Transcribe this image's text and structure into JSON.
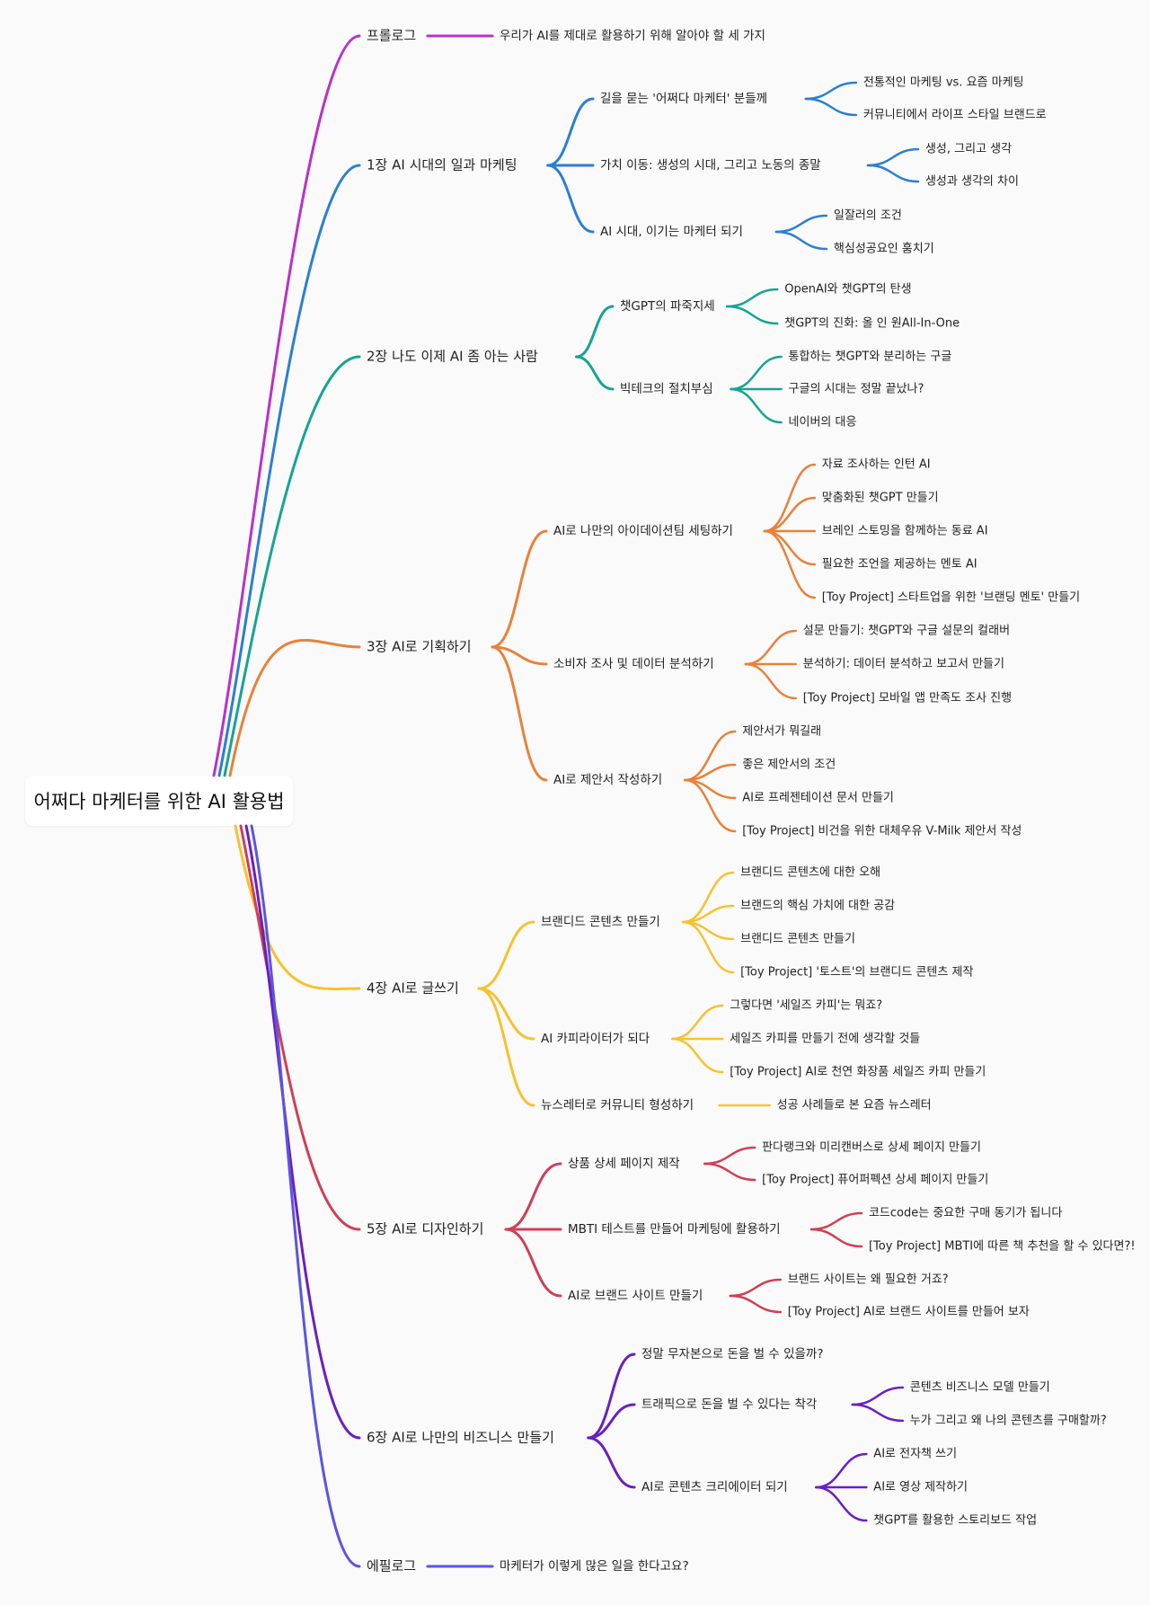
{
  "root": "어쩌다 마케터를 위한 AI 활용법",
  "branches": [
    {
      "label": "프롤로그",
      "color": "#b832c8",
      "children": [
        {
          "label": "우리가 AI를 제대로 활용하기 위해 알아야 할 세 가지",
          "children": []
        }
      ]
    },
    {
      "label": "1장 AI 시대의 일과 마케팅",
      "color": "#2b7fd1",
      "children": [
        {
          "label": "길을 묻는 '어쩌다 마케터' 분들께",
          "children": [
            "전통적인 마케팅 vs. 요즘 마케팅",
            "커뮤니티에서 라이프 스타일 브랜드로"
          ]
        },
        {
          "label": "가치 이동: 생성의 시대, 그리고 노동의 종말",
          "children": [
            "생성, 그리고 생각",
            "생성과 생각의 차이"
          ]
        },
        {
          "label": "AI 시대, 이기는 마케터 되기",
          "children": [
            "일잘러의 조건",
            "핵심성공요인 훔치기"
          ]
        }
      ]
    },
    {
      "label": "2장 나도 이제 AI 좀 아는 사람",
      "color": "#17a394",
      "children": [
        {
          "label": "챗GPT의 파죽지세",
          "children": [
            "OpenAI와 챗GPT의 탄생",
            "챗GPT의 진화: 올 인 원All-In-One"
          ]
        },
        {
          "label": "빅테크의 절치부심",
          "children": [
            "통합하는 챗GPT와 분리하는 구글",
            "구글의 시대는 정말 끝났나?",
            "네이버의 대응"
          ]
        }
      ]
    },
    {
      "label": "3장 AI로 기획하기",
      "color": "#e8813a",
      "children": [
        {
          "label": "AI로 나만의 아이데이션팀 세팅하기",
          "children": [
            "자료 조사하는 인턴 AI",
            "맞춤화된 챗GPT 만들기",
            "브레인 스토밍을 함께하는 동료 AI",
            "필요한 조언을 제공하는 멘토 AI",
            "[Toy Project] 스타트업을 위한 '브랜딩 멘토' 만들기"
          ]
        },
        {
          "label": "소비자 조사 및 데이터 분석하기",
          "children": [
            "설문 만들기: 챗GPT와 구글 설문의 컬래버",
            "분석하기: 데이터 분석하고 보고서 만들기",
            "[Toy Project] 모바일 앱 만족도 조사 진행"
          ]
        },
        {
          "label": "AI로 제안서 작성하기",
          "children": [
            "제안서가 뭐길래",
            "좋은 제안서의 조건",
            "AI로 프레젠테이션 문서 만들기",
            "[Toy Project] 비건을 위한 대체우유 V-Milk 제안서 작성"
          ]
        }
      ]
    },
    {
      "label": "4장 AI로 글쓰기",
      "color": "#f5c230",
      "children": [
        {
          "label": "브랜디드 콘텐츠 만들기",
          "children": [
            "브랜디드 콘텐츠에 대한 오해",
            "브랜드의 핵심 가치에 대한 공감",
            "브랜디드 콘텐츠 만들기",
            "[Toy Project] '토스트'의 브랜디드 콘텐츠 제작"
          ]
        },
        {
          "label": "AI 카피라이터가 되다",
          "children": [
            "그렇다면 '세일즈 카피'는 뭐죠?",
            "세일즈 카피를 만들기 전에 생각할 것들",
            "[Toy Project] AI로 천연 화장품 세일즈 카피 만들기"
          ]
        },
        {
          "label": "뉴스레터로 커뮤니티 형성하기",
          "children": [
            "성공 사례들로 본 요즘 뉴스레터"
          ]
        }
      ]
    },
    {
      "label": "5장 AI로 디자인하기",
      "color": "#cf3f54",
      "children": [
        {
          "label": "상품 상세 페이지 제작",
          "children": [
            "판다랭크와 미리캔버스로 상세 페이지 만들기",
            "[Toy Project] 퓨어퍼펙션 상세 페이지 만들기"
          ]
        },
        {
          "label": "MBTI 테스트를 만들어 마케팅에 활용하기",
          "children": [
            "코드code는 중요한 구매 동기가 됩니다",
            "[Toy Project] MBTI에 따른 책 추천을 할 수 있다면?!"
          ]
        },
        {
          "label": "AI로 브랜드 사이트 만들기",
          "children": [
            "브랜드 사이트는 왜 필요한 거죠?",
            "[Toy Project] AI로 브랜드 사이트를 만들어 보자"
          ]
        }
      ]
    },
    {
      "label": "6장 AI로 나만의 비즈니스 만들기",
      "color": "#6a1fc0",
      "children": [
        {
          "label": "정말 무자본으로 돈을 벌 수 있을까?",
          "children": []
        },
        {
          "label": "트래픽으로 돈을 벌 수 있다는 착각",
          "children": [
            "콘텐츠 비즈니스 모델 만들기",
            "누가 그리고 왜 나의 콘텐츠를 구매할까?"
          ]
        },
        {
          "label": "AI로 콘텐츠 크리에이터 되기",
          "children": [
            "AI로 전자책 쓰기",
            "AI로 영상 제작하기",
            "챗GPT를 활용한 스토리보드 작업"
          ]
        }
      ]
    },
    {
      "label": "에필로그",
      "color": "#5a55e0",
      "children": [
        {
          "label": "마케터가 이렇게 많은 일을 한다고요?",
          "children": []
        }
      ]
    }
  ]
}
